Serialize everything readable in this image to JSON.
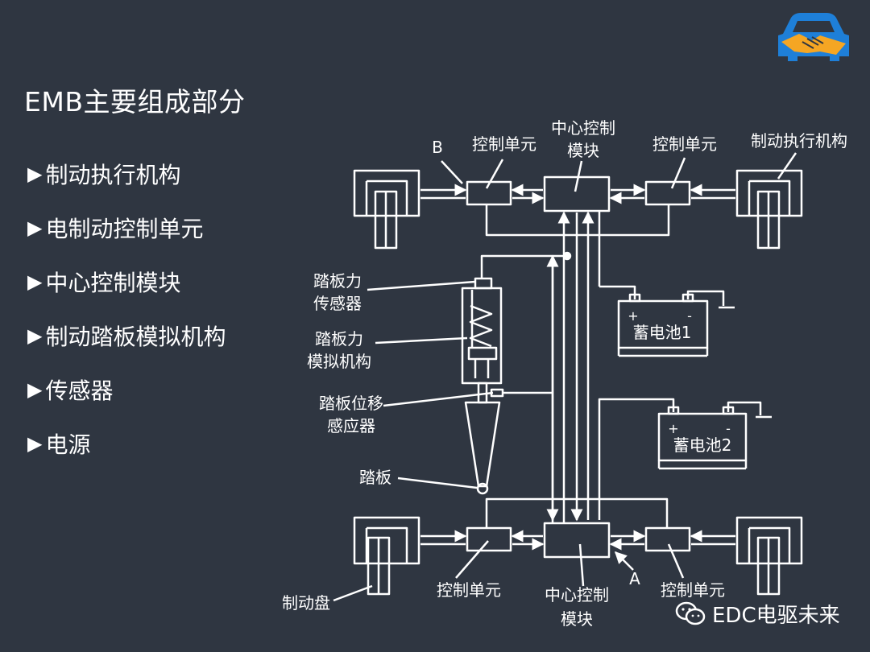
{
  "slide": {
    "title": "EMB主要组成部分",
    "bullets": [
      {
        "label": "制动执行机构"
      },
      {
        "label": "电制动控制单元"
      },
      {
        "label": "中心控制模块"
      },
      {
        "label": "制动踏板模拟机构"
      },
      {
        "label": "传感器"
      },
      {
        "label": "电源"
      }
    ]
  },
  "diagram": {
    "labels": {
      "B": "B",
      "A": "A",
      "control_unit_top_left": "控制单元",
      "center_top_line1": "中心控制",
      "center_top_line2": "模块",
      "control_unit_top_right": "控制单元",
      "actuator_top_right": "制动执行机构",
      "pedal_force_sensor_line1": "踏板力",
      "pedal_force_sensor_line2": "传感器",
      "pedal_force_sim_line1": "踏板力",
      "pedal_force_sim_line2": "模拟机构",
      "pedal_disp_sensor_line1": "踏板位移",
      "pedal_disp_sensor_line2": "感应器",
      "pedal": "踏板",
      "brake_disc": "制动盘",
      "control_unit_bottom_left": "控制单元",
      "center_bottom_line1": "中心控制",
      "center_bottom_line2": "模块",
      "control_unit_bottom_right": "控制单元",
      "battery1": "蓄电池1",
      "battery2": "蓄电池2",
      "plus": "+",
      "minus": "-"
    }
  },
  "watermark": {
    "text": "EDC电驱未来",
    "icon": "wechat-icon"
  },
  "logo": {
    "icon": "car-handshake-logo",
    "colors": {
      "car": "#1e88e5",
      "hands": "#f5a623"
    }
  }
}
